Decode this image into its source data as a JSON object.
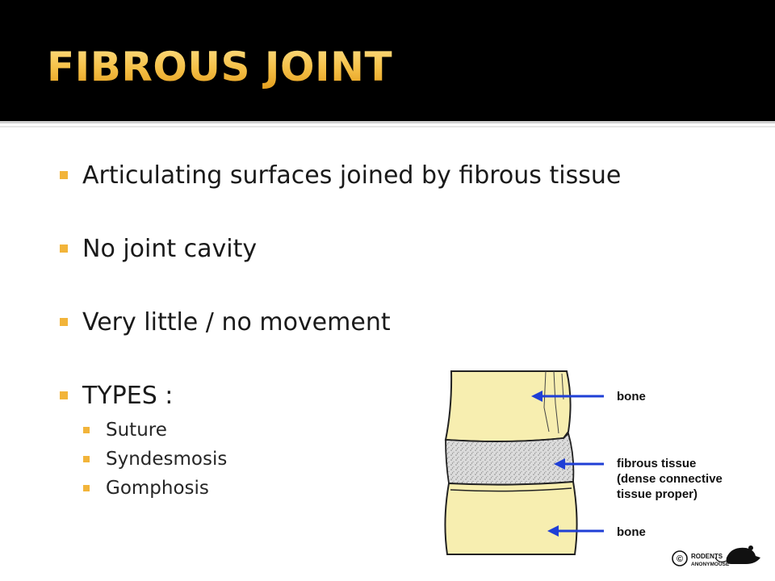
{
  "slide": {
    "title": "FIBROUS JOINT",
    "bullets": [
      "Articulating surfaces joined by fibrous tissue",
      "No joint cavity",
      "Very little / no movement",
      "TYPES :"
    ],
    "sub_bullets": [
      "Suture",
      "Syndesmosis",
      "Gomphosis"
    ]
  },
  "figure": {
    "labels": {
      "bone_top": "bone",
      "fibrous_1": "fibrous tissue",
      "fibrous_2": "(dense connective",
      "fibrous_3": "tissue proper)",
      "bone_bottom": "bone"
    },
    "logo": {
      "symbol": "©",
      "line1": "RODENTS",
      "line2": "ANONYMOUSE"
    }
  },
  "colors": {
    "title_gold": "#f5c242",
    "bullet_marker": "#f2b43a",
    "bone_fill": "#f7eeb0",
    "arrow_blue": "#1f3fd6",
    "title_bar": "#000000"
  },
  "icons": {
    "bullet": "square-bullet-icon",
    "arrow": "arrow-left-icon",
    "logo": "mouse-logo-icon"
  }
}
